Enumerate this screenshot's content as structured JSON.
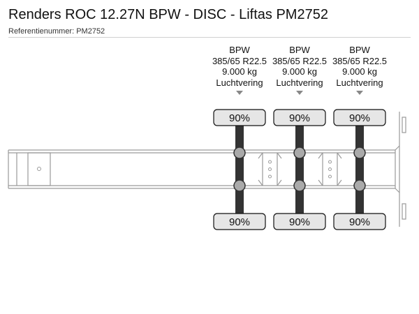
{
  "header": {
    "title": "Renders ROC 12.27N BPW - DISC - Liftas PM2752",
    "reference": "Referentienummer: PM2752"
  },
  "axles": [
    {
      "brand": "BPW",
      "tire_size": "385/65 R22.5",
      "load": "9.000 kg",
      "suspension": "Luchtvering",
      "tread_top": "90%",
      "tread_bottom": "90%"
    },
    {
      "brand": "BPW",
      "tire_size": "385/65 R22.5",
      "load": "9.000 kg",
      "suspension": "Luchtvering",
      "tread_top": "90%",
      "tread_bottom": "90%"
    },
    {
      "brand": "BPW",
      "tire_size": "385/65 R22.5",
      "load": "9.000 kg",
      "suspension": "Luchtvering",
      "tread_top": "90%",
      "tread_bottom": "90%"
    }
  ],
  "colors": {
    "frame_line": "#9a9a9a",
    "axle": "#333333",
    "tire_fill": "#e6e6e6",
    "hub": "#aaaaaa",
    "arrow": "#888888"
  }
}
